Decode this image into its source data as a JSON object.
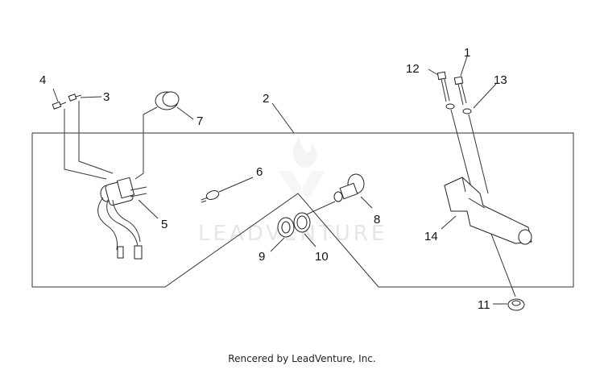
{
  "diagram": {
    "callouts": {
      "c1": "1",
      "c2": "2",
      "c3": "3",
      "c4": "4",
      "c5": "5",
      "c6": "6",
      "c7": "7",
      "c8": "8",
      "c9": "9",
      "c10": "10",
      "c11": "11",
      "c12": "12",
      "c13": "13",
      "c14": "14"
    },
    "watermark": "LEADVENTURE"
  },
  "footer": {
    "text": "Rencered by LeadVenture, Inc."
  }
}
